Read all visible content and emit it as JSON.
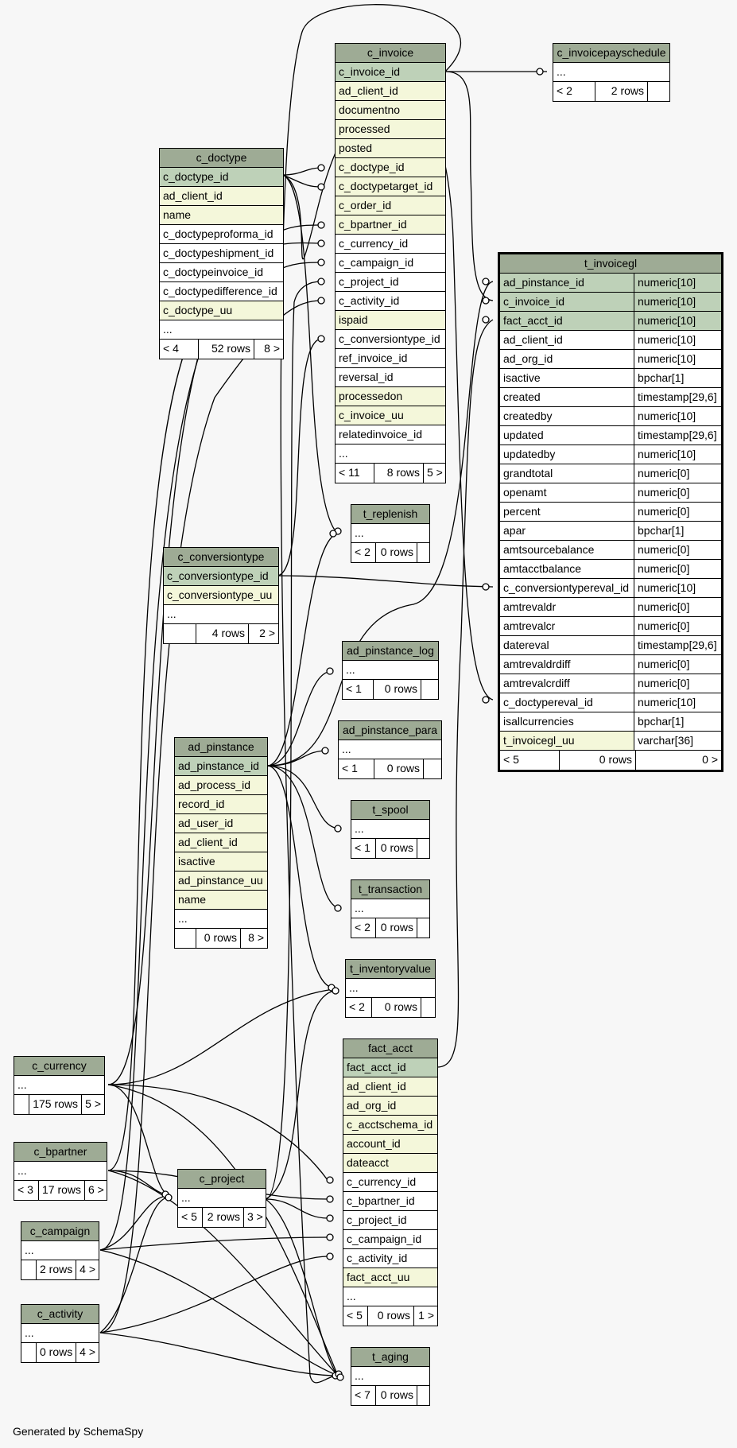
{
  "footer_text": "Generated by SchemaSpy",
  "colors": {
    "header": "#9eab95",
    "primary_key": "#bed1b8",
    "indexed": "#f4f7da",
    "background": "#f7f7f7"
  },
  "tables": {
    "c_invoice": {
      "name": "c_invoice",
      "columns": [
        "c_invoice_id",
        "ad_client_id",
        "documentno",
        "processed",
        "posted",
        "c_doctype_id",
        "c_doctypetarget_id",
        "c_order_id",
        "c_bpartner_id",
        "c_currency_id",
        "c_campaign_id",
        "c_project_id",
        "c_activity_id",
        "ispaid",
        "c_conversiontype_id",
        "ref_invoice_id",
        "reversal_id",
        "processedon",
        "c_invoice_uu",
        "relatedinvoice_id",
        "..."
      ],
      "footer": [
        "< 11",
        "8 rows",
        "5 >"
      ]
    },
    "c_invoicepayschedule": {
      "name": "c_invoicepayschedule",
      "columns": [
        "..."
      ],
      "footer": [
        "< 2",
        "2 rows",
        ""
      ]
    },
    "c_doctype": {
      "name": "c_doctype",
      "columns": [
        "c_doctype_id",
        "ad_client_id",
        "name",
        "c_doctypeproforma_id",
        "c_doctypeshipment_id",
        "c_doctypeinvoice_id",
        "c_doctypedifference_id",
        "c_doctype_uu",
        "..."
      ],
      "footer": [
        "< 4",
        "52 rows",
        "8 >"
      ]
    },
    "t_invoicegl": {
      "name": "t_invoicegl",
      "columns": [
        [
          "ad_pinstance_id",
          "numeric[10]"
        ],
        [
          "c_invoice_id",
          "numeric[10]"
        ],
        [
          "fact_acct_id",
          "numeric[10]"
        ],
        [
          "ad_client_id",
          "numeric[10]"
        ],
        [
          "ad_org_id",
          "numeric[10]"
        ],
        [
          "isactive",
          "bpchar[1]"
        ],
        [
          "created",
          "timestamp[29,6]"
        ],
        [
          "createdby",
          "numeric[10]"
        ],
        [
          "updated",
          "timestamp[29,6]"
        ],
        [
          "updatedby",
          "numeric[10]"
        ],
        [
          "grandtotal",
          "numeric[0]"
        ],
        [
          "openamt",
          "numeric[0]"
        ],
        [
          "percent",
          "numeric[0]"
        ],
        [
          "apar",
          "bpchar[1]"
        ],
        [
          "amtsourcebalance",
          "numeric[0]"
        ],
        [
          "amtacctbalance",
          "numeric[0]"
        ],
        [
          "c_conversiontypereval_id",
          "numeric[10]"
        ],
        [
          "amtrevaldr",
          "numeric[0]"
        ],
        [
          "amtrevalcr",
          "numeric[0]"
        ],
        [
          "datereval",
          "timestamp[29,6]"
        ],
        [
          "amtrevaldrdiff",
          "numeric[0]"
        ],
        [
          "amtrevalcrdiff",
          "numeric[0]"
        ],
        [
          "c_doctypereval_id",
          "numeric[10]"
        ],
        [
          "isallcurrencies",
          "bpchar[1]"
        ],
        [
          "t_invoicegl_uu",
          "varchar[36]"
        ]
      ],
      "footer": [
        "< 5",
        "0 rows",
        "0 >"
      ]
    },
    "t_replenish": {
      "name": "t_replenish",
      "columns": [
        "..."
      ],
      "footer": [
        "< 2",
        "0 rows",
        ""
      ]
    },
    "c_conversiontype": {
      "name": "c_conversiontype",
      "columns": [
        "c_conversiontype_id",
        "c_conversiontype_uu",
        "..."
      ],
      "footer": [
        "",
        "4 rows",
        "2 >"
      ]
    },
    "ad_pinstance_log": {
      "name": "ad_pinstance_log",
      "columns": [
        "..."
      ],
      "footer": [
        "< 1",
        "0 rows",
        ""
      ]
    },
    "ad_pinstance_para": {
      "name": "ad_pinstance_para",
      "columns": [
        "..."
      ],
      "footer": [
        "< 1",
        "0 rows",
        ""
      ]
    },
    "ad_pinstance": {
      "name": "ad_pinstance",
      "columns": [
        "ad_pinstance_id",
        "ad_process_id",
        "record_id",
        "ad_user_id",
        "ad_client_id",
        "isactive",
        "ad_pinstance_uu",
        "name",
        "..."
      ],
      "footer": [
        "",
        "0 rows",
        "8 >"
      ]
    },
    "t_spool": {
      "name": "t_spool",
      "columns": [
        "..."
      ],
      "footer": [
        "< 1",
        "0 rows",
        ""
      ]
    },
    "t_transaction": {
      "name": "t_transaction",
      "columns": [
        "..."
      ],
      "footer": [
        "< 2",
        "0 rows",
        ""
      ]
    },
    "t_inventoryvalue": {
      "name": "t_inventoryvalue",
      "columns": [
        "..."
      ],
      "footer": [
        "< 2",
        "0 rows",
        ""
      ]
    },
    "c_currency": {
      "name": "c_currency",
      "columns": [
        "..."
      ],
      "footer": [
        "",
        "175 rows",
        "5 >"
      ]
    },
    "fact_acct": {
      "name": "fact_acct",
      "columns": [
        "fact_acct_id",
        "ad_client_id",
        "ad_org_id",
        "c_acctschema_id",
        "account_id",
        "dateacct",
        "c_currency_id",
        "c_bpartner_id",
        "c_project_id",
        "c_campaign_id",
        "c_activity_id",
        "fact_acct_uu",
        "..."
      ],
      "footer": [
        "< 5",
        "0 rows",
        "1 >"
      ]
    },
    "c_bpartner": {
      "name": "c_bpartner",
      "columns": [
        "..."
      ],
      "footer": [
        "< 3",
        "17 rows",
        "6 >"
      ]
    },
    "c_project": {
      "name": "c_project",
      "columns": [
        "..."
      ],
      "footer": [
        "< 5",
        "2 rows",
        "3 >"
      ]
    },
    "c_campaign": {
      "name": "c_campaign",
      "columns": [
        "..."
      ],
      "footer": [
        "",
        "2 rows",
        "4 >"
      ]
    },
    "c_activity": {
      "name": "c_activity",
      "columns": [
        "..."
      ],
      "footer": [
        "",
        "0 rows",
        "4 >"
      ]
    },
    "t_aging": {
      "name": "t_aging",
      "columns": [
        "..."
      ],
      "footer": [
        "< 7",
        "0 rows",
        ""
      ]
    }
  }
}
